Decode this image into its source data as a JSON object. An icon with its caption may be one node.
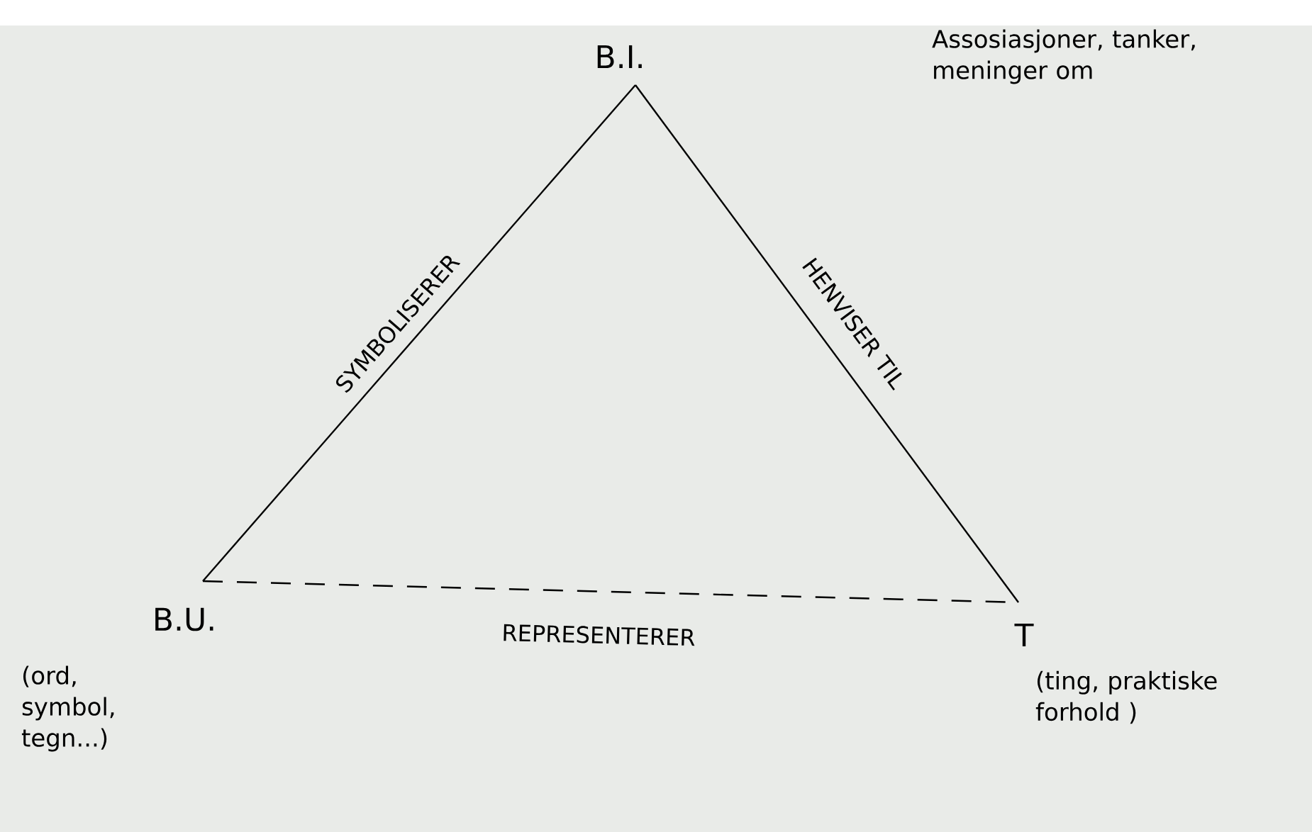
{
  "diagram": {
    "nodes": [
      {
        "text": [
          "B.I."
        ]
      },
      {
        "text": [
          "B.U."
        ],
        "beside": [
          "(ord, symbol, tegn...)"
        ]
      },
      {
        "text": [
          "T"
        ],
        "beside": [
          "(ting, praktiske forhold )"
        ]
      }
    ],
    "edges": [
      {
        "from": 1,
        "to": 0,
        "arrow": "none",
        "label": "SYMBOLISERER"
      },
      {
        "from": 0,
        "to": 2,
        "arrow": "none",
        "label": "HENVISER TIL"
      },
      {
        "from": 1,
        "to": 2,
        "arrow": "none",
        "label": "REPRESENTERER",
        "style": "dashed"
      }
    ],
    "labels": [
      "Assosiasjoner, tanker, meninger om"
    ]
  }
}
